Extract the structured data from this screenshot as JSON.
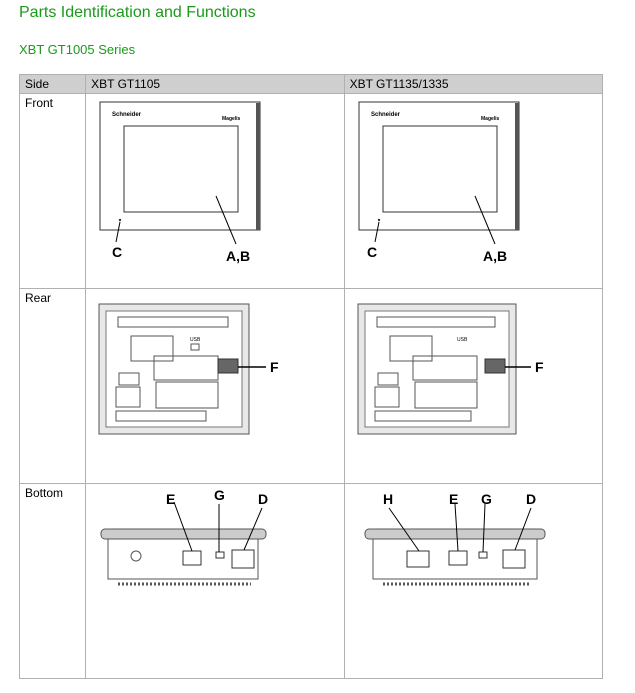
{
  "page_title": "Parts Identification and Functions",
  "section_title": "XBT GT1005 Series",
  "table": {
    "headers": [
      "Side",
      "XBT GT1105",
      "XBT GT1135/1335"
    ],
    "rows": [
      {
        "side": "Front",
        "left_labels": [
          "C",
          "A,B"
        ],
        "right_labels": [
          "C",
          "A,B"
        ]
      },
      {
        "side": "Rear",
        "left_labels": [
          "F"
        ],
        "right_labels": [
          "F"
        ]
      },
      {
        "side": "Bottom",
        "left_labels": [
          "E",
          "G",
          "D"
        ],
        "right_labels": [
          "H",
          "E",
          "G",
          "D"
        ]
      }
    ]
  },
  "device": {
    "brand": "Schneider",
    "model_badge": "Magelis",
    "port_label": "USB"
  }
}
